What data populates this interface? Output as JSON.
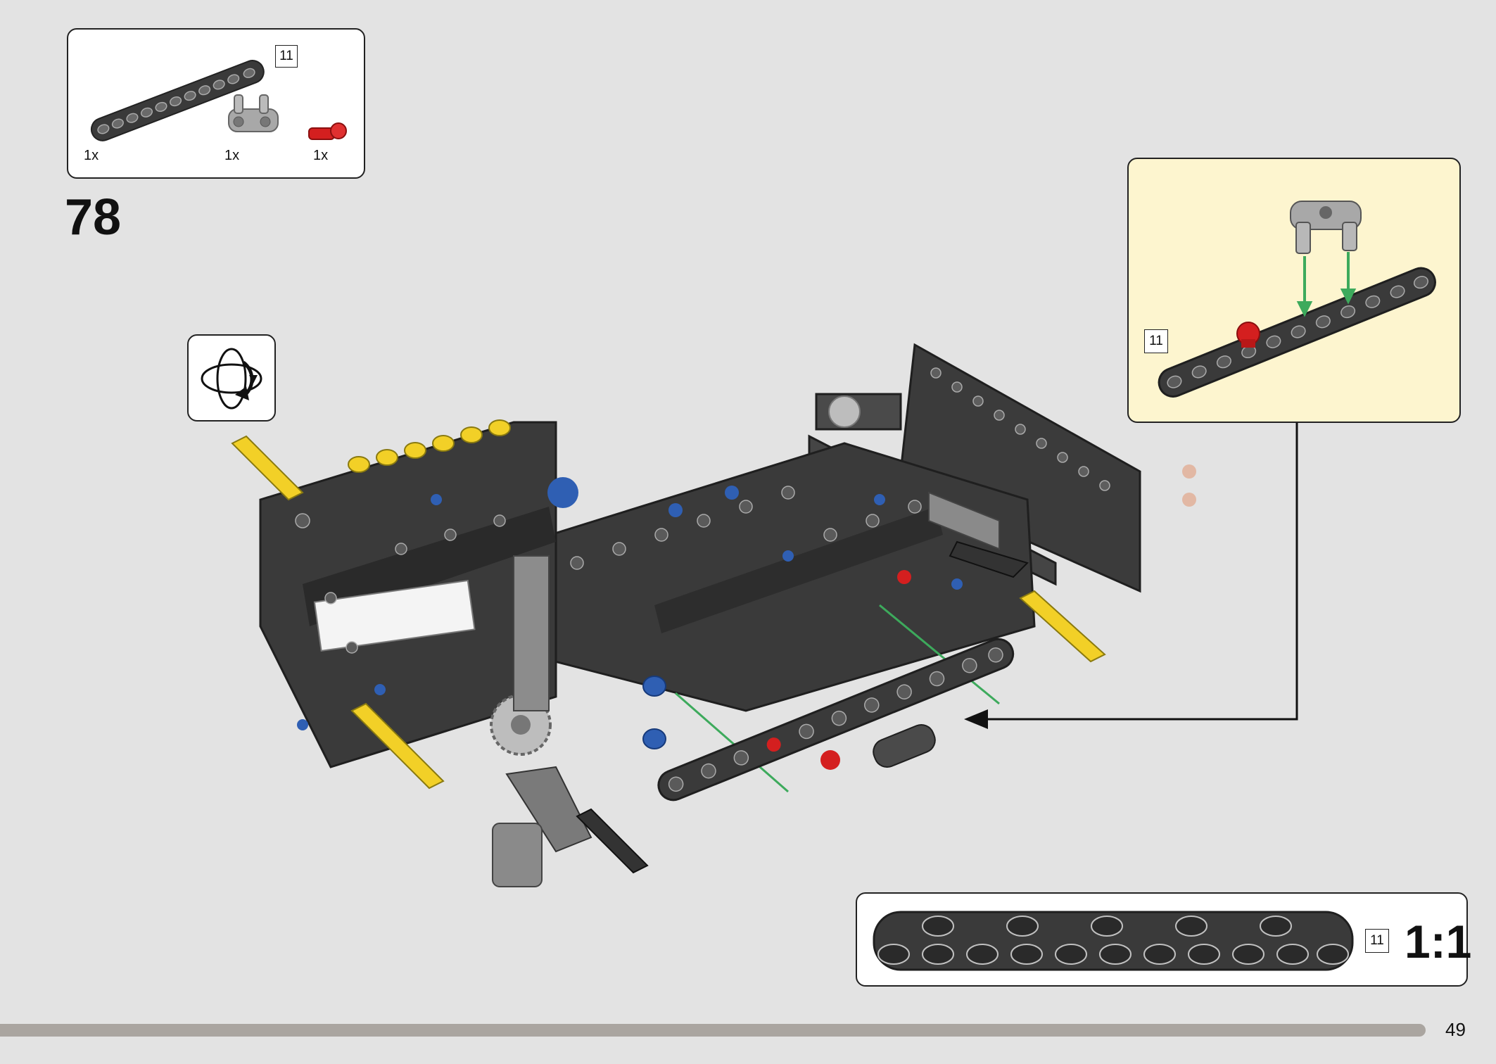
{
  "parts_list": {
    "length_badge": "11",
    "items": [
      {
        "part": "black-beam-11",
        "qty": "1x"
      },
      {
        "part": "gray-connector",
        "qty": "1x"
      },
      {
        "part": "red-pin",
        "qty": "1x"
      }
    ]
  },
  "step": {
    "number": "78"
  },
  "rotate_icon": "rotate-model-icon",
  "callout": {
    "length_badge": "11"
  },
  "scale_box": {
    "length_badge": "11",
    "scale": "1:1"
  },
  "page": {
    "number": "49",
    "progress_fraction": 0.953
  },
  "colors": {
    "background": "#e3e3e3",
    "callout_background": "#fdf5cf",
    "beam": "#3a3a3a",
    "arrow": "#3daa5c",
    "axle_yellow": "#f2d027",
    "pin_blue": "#2f5fb3",
    "pin_red": "#d41f1f",
    "progress": "#aaa5a0"
  }
}
